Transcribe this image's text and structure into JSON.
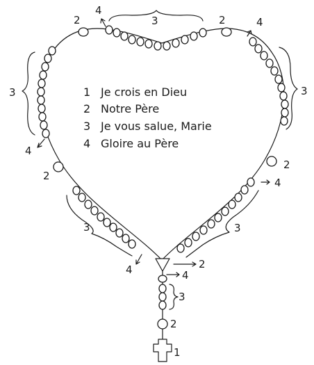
{
  "legend": [
    {
      "num": "1",
      "text": "Je crois en Dieu"
    },
    {
      "num": "2",
      "text": "Notre Père"
    },
    {
      "num": "3",
      "text": "Je vous salue, Marie"
    },
    {
      "num": "4",
      "text": "Gloire au Père"
    }
  ],
  "labels": {
    "one": "1",
    "two": "2",
    "three": "3",
    "four": "4"
  }
}
